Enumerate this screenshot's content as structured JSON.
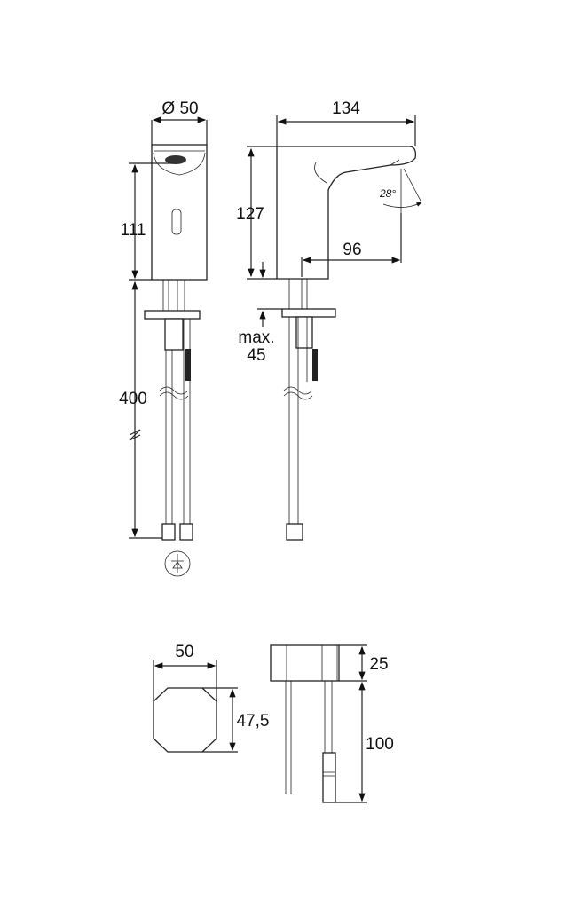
{
  "drawing": {
    "front_view": {
      "diameter_label": "Ø 50",
      "height_label": "111",
      "hose_length_label": "400"
    },
    "side_view": {
      "length_label": "134",
      "height_label": "127",
      "reach_label": "96",
      "angle_label": "28°",
      "max_label_line1": "max.",
      "max_label_line2": "45"
    },
    "flange_view": {
      "width_label": "50",
      "depth_label": "47,5"
    },
    "box_view": {
      "height_label": "25",
      "cable_label": "100"
    },
    "symbol": "check-valve-symbol"
  }
}
